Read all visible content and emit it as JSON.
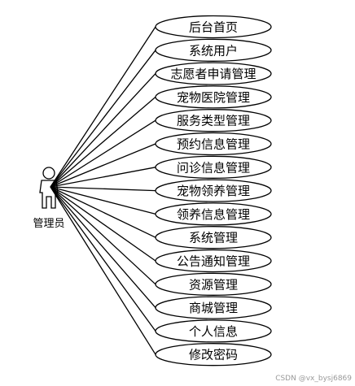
{
  "actor": {
    "label": "管理员",
    "icon": "stick-figure-actor-icon"
  },
  "use_cases": [
    "后台首页",
    "系统用户",
    "志愿者申请管理",
    "宠物医院管理",
    "服务类型管理",
    "预约信息管理",
    "问诊信息管理",
    "宠物领养管理",
    "领养信息管理",
    "系统管理",
    "公告通知管理",
    "资源管理",
    "商城管理",
    "个人信息",
    "修改密码"
  ],
  "watermark": "CSDN @vx_bysj6869",
  "colors": {
    "stroke": "#000000",
    "background": "#ffffff",
    "watermark": "#9a9a9a"
  }
}
